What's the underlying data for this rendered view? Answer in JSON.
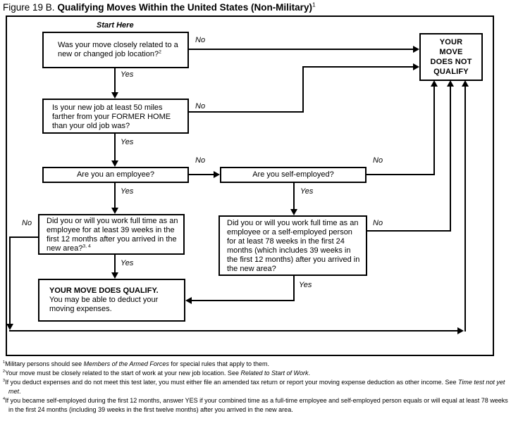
{
  "title": {
    "prefix": "Figure 19 B.",
    "main": "Qualifying Moves Within the United States (Non-Military)",
    "sup": "1"
  },
  "flowchart": {
    "start_label": "Start Here",
    "labels": {
      "yes": "Yes",
      "no": "No"
    },
    "nodes": {
      "q1": {
        "text": "Was your move closely related to a new or changed job location?",
        "sup": "2"
      },
      "q2": {
        "text": "Is your new job at least 50 miles farther from your FORMER HOME than your old job was?"
      },
      "q3": {
        "text": "Are you an employee?"
      },
      "q3b": {
        "text": "Are you self-employed?"
      },
      "q4": {
        "text": "Did you or will you work full time as an employee for at least 39 weeks in the first 12 months after you arrived in the new area?",
        "sup": "3, 4"
      },
      "q4b": {
        "text": "Did you or will you work full time as an employee or a self-employed person for at least 78 weeks in the first 24 months (which includes 39 weeks in the first 12 months) after you arrived in the new area?"
      },
      "not_qualify": {
        "lines": [
          "YOUR",
          "MOVE",
          "DOES NOT",
          "QUALIFY"
        ]
      },
      "qualify": {
        "title": "YOUR MOVE DOES QUALIFY.",
        "text": "You may be able to deduct your moving expenses."
      }
    }
  },
  "footnotes": [
    {
      "marker": "1",
      "pre": "Military persons should see ",
      "italic": "Members of the Armed Forces",
      "post": " for special rules that apply to them."
    },
    {
      "marker": "2",
      "pre": "Your move must be closely related to the start of work at your new job location. See ",
      "italic": "Related to Start of Work",
      "post": "."
    },
    {
      "marker": "3",
      "pre": "If you deduct expenses and do not meet this test later, you must either file an amended tax return or report your moving expense deduction as other income. See ",
      "italic": "Time test not yet met",
      "post": "."
    },
    {
      "marker": "4",
      "pre": "If you became self-employed during the first 12 months, answer YES if your combined time as a full-time employee and self-employed person equals or will equal at least 78 weeks in the first 24 months (including 39 weeks in the first twelve months) after you arrived in the new area.",
      "italic": "",
      "post": ""
    }
  ],
  "colors": {
    "ink": "#000000",
    "background": "#ffffff"
  }
}
